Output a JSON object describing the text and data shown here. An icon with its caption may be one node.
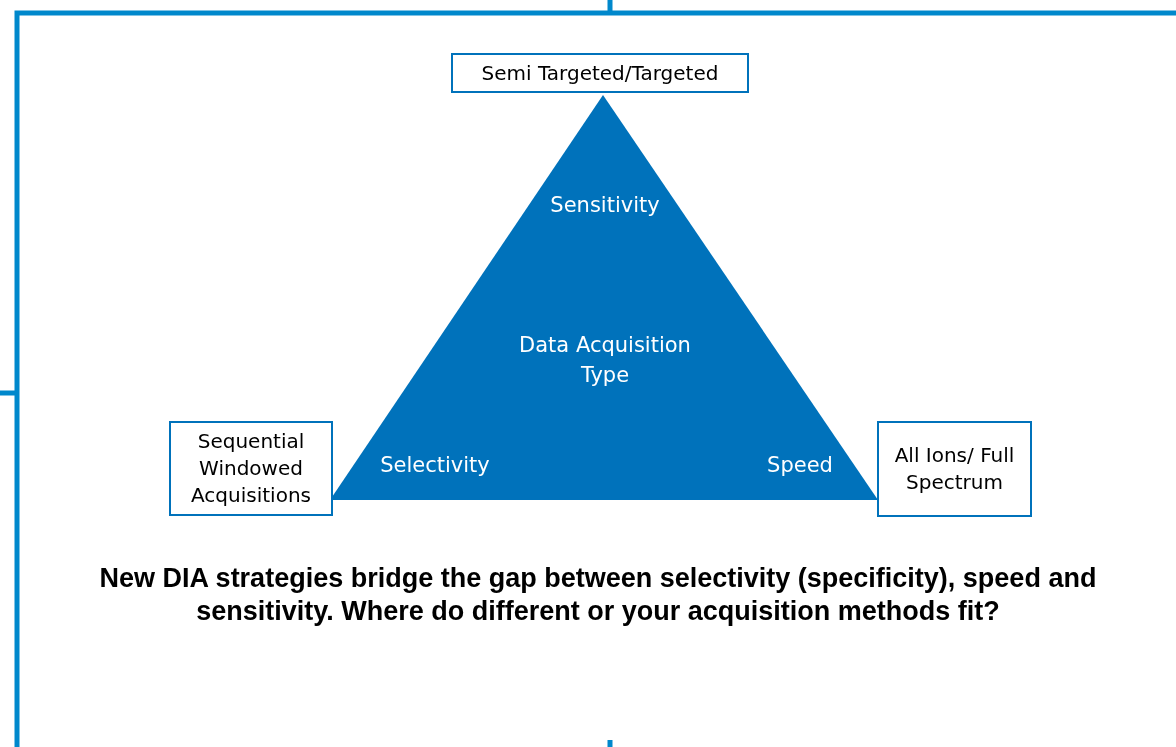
{
  "diagram": {
    "caption": "New DIA strategies bridge the gap between selectivity (specificity), speed and sensitivity. Where do different or your acquisition methods fit?",
    "nodes": [
      {
        "text": [
          "Sensitivity",
          "Data Acquisition Type",
          "Selectivity",
          "Speed"
        ]
      },
      {
        "text": [
          "Semi Targeted/Targeted"
        ]
      },
      {
        "text": [
          "Sequential Windowed Acquisitions"
        ]
      },
      {
        "text": [
          "All Ions/ Full Spectrum"
        ]
      }
    ],
    "edges": []
  }
}
